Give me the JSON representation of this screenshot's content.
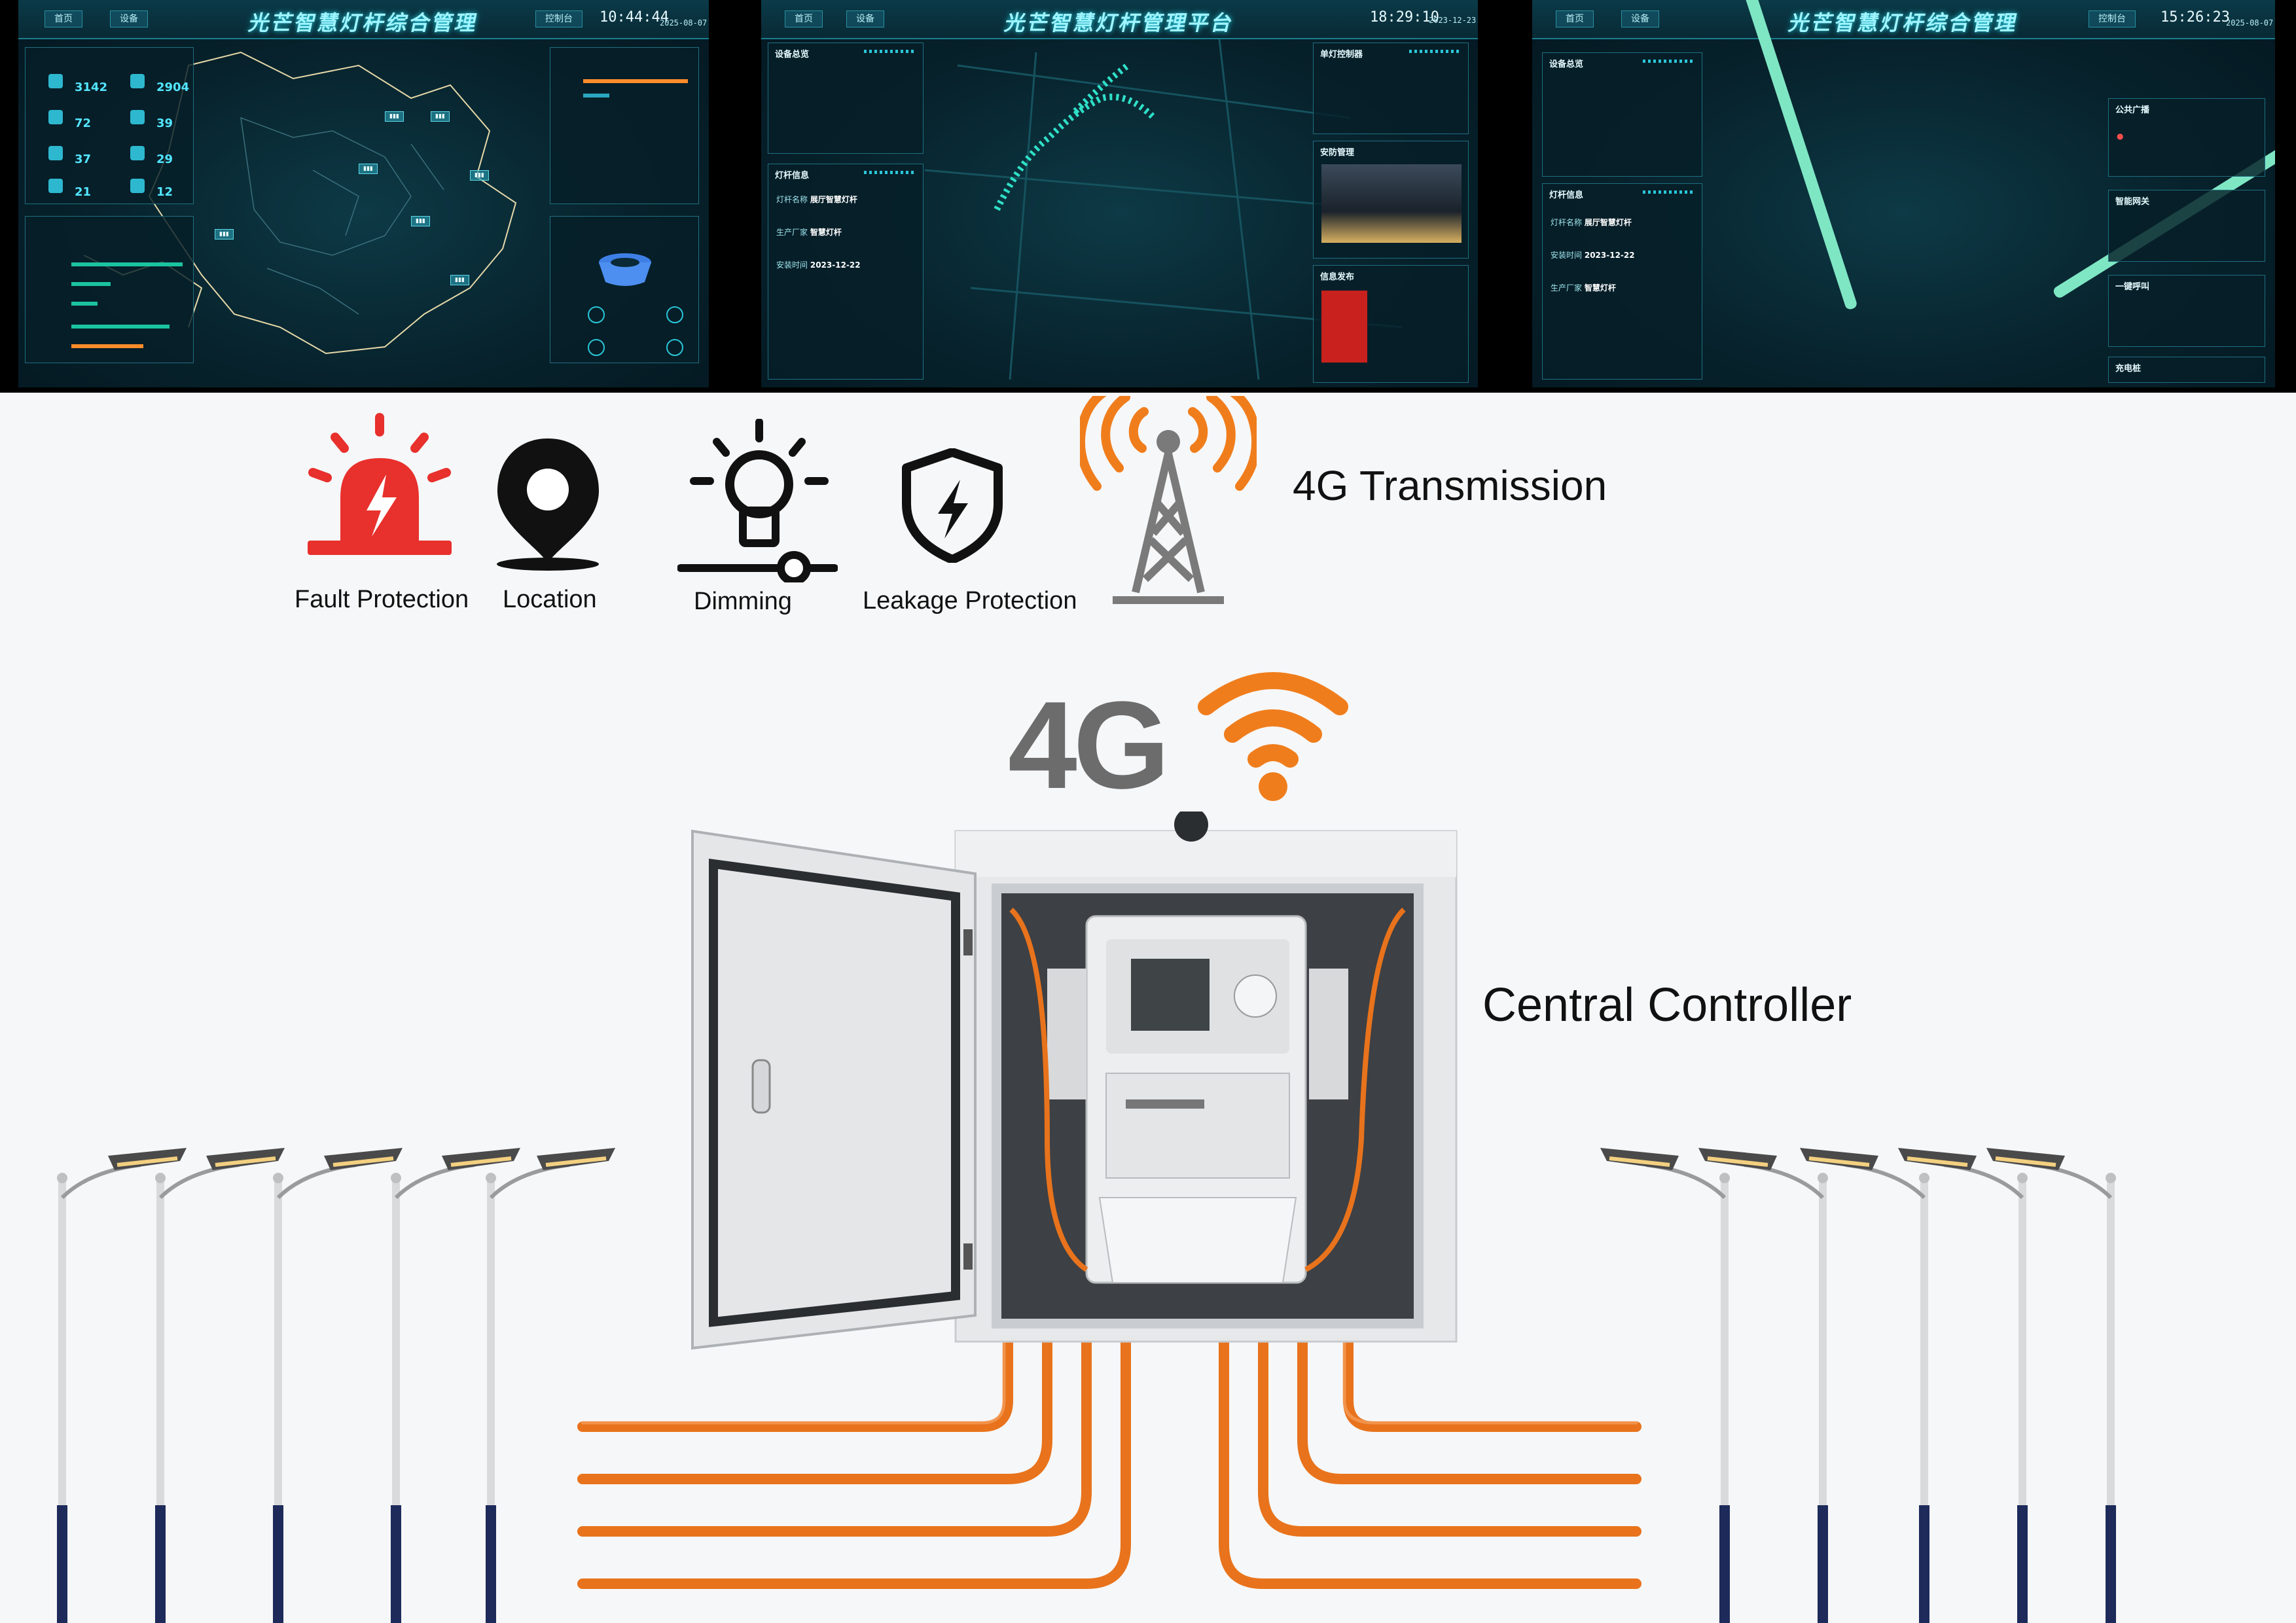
{
  "dashboards": [
    {
      "title": "光芒智慧灯杆综合管理",
      "time": "10:44:44",
      "date": "2025-08-07",
      "nav_left": [
        "首页",
        "设备"
      ],
      "nav_right": "控制台",
      "stats": [
        "3142",
        "2904",
        "72",
        "39",
        "37",
        "29",
        "21",
        "12"
      ]
    },
    {
      "title": "光芒智慧灯杆管理平台",
      "time": "18:29:10",
      "date": "2023-12-23",
      "nav_left": [
        "首页",
        "设备"
      ],
      "panels": [
        "设备总览",
        "灯杆信息",
        "单灯控制器",
        "安防管理",
        "信息发布"
      ],
      "rows": [
        {
          "k": "灯杆名称",
          "v": "展厅智慧灯杆"
        },
        {
          "k": "生产厂家",
          "v": "智慧灯杆"
        },
        {
          "k": "安装时间",
          "v": "2023-12-22"
        }
      ]
    },
    {
      "title": "光芒智慧灯杆综合管理",
      "time": "15:26:23",
      "date": "2025-08-07",
      "nav_left": [
        "首页",
        "设备"
      ],
      "nav_right": "控制台",
      "panels": [
        "设备总览",
        "灯杆信息",
        "公共广播",
        "智能网关",
        "一键呼叫",
        "充电桩"
      ],
      "rows": [
        {
          "k": "灯杆名称",
          "v": "展厅智慧灯杆"
        },
        {
          "k": "安装时间",
          "v": "2023-12-22"
        },
        {
          "k": "生产厂家",
          "v": "智慧灯杆"
        }
      ]
    }
  ],
  "features": [
    {
      "label": "Fault Protection",
      "icon": "alarm-light-icon",
      "color": "#e8302c"
    },
    {
      "label": "Location",
      "icon": "map-pin-icon",
      "color": "#111111"
    },
    {
      "label": "Dimming",
      "icon": "dimming-bulb-icon",
      "color": "#111111"
    },
    {
      "label": "Leakage Protection",
      "icon": "shield-bolt-icon",
      "color": "#111111"
    }
  ],
  "transmission": {
    "label": "4G Transmission",
    "icon": "cell-tower-icon",
    "wave_color": "#f07d1c",
    "tower_color": "#7a7a7a"
  },
  "network": {
    "label": "4G",
    "icon": "wifi-icon",
    "color": "#f07d1c"
  },
  "controller": {
    "label": "Central Controller",
    "icon": "control-cabinet-icon"
  },
  "cable_color": "#e8731c"
}
